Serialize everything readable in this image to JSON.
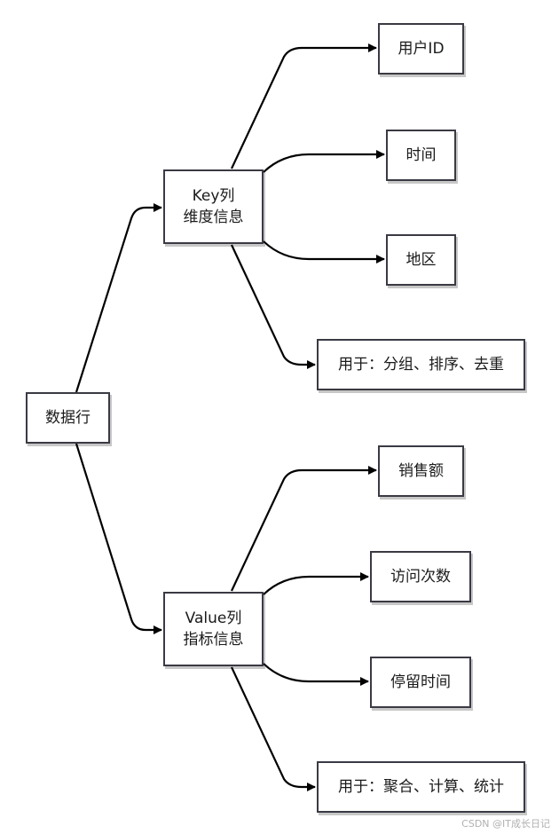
{
  "root": {
    "label": "数据行"
  },
  "key_group": {
    "title": "Key列",
    "subtitle": "维度信息",
    "children": [
      "用户ID",
      "时间",
      "地区"
    ],
    "usage": "用于：分组、排序、去重"
  },
  "value_group": {
    "title": "Value列",
    "subtitle": "指标信息",
    "children": [
      "销售额",
      "访问次数",
      "停留时间"
    ],
    "usage": "用于：聚合、计算、统计"
  },
  "watermark": "CSDN @IT成长日记"
}
